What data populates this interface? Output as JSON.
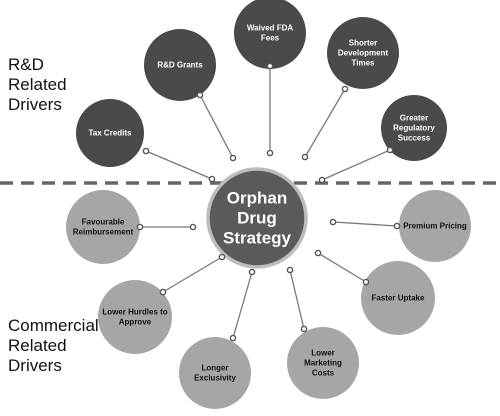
{
  "center": {
    "lines": [
      "Orphan",
      "Drug",
      "Strategy"
    ]
  },
  "rd_section_label": "R&D\nRelated\nDrivers",
  "commercial_section_label": "Commercial\nRelated\nDrivers",
  "rd_drivers": [
    {
      "id": "tax-credits",
      "lines": [
        "Tax Credits"
      ]
    },
    {
      "id": "rd-grants",
      "lines": [
        "R&D Grants"
      ]
    },
    {
      "id": "waived-fda-fees",
      "lines": [
        "Waived FDA",
        "Fees"
      ]
    },
    {
      "id": "shorter-development-times",
      "lines": [
        "Shorter",
        "Development",
        "Times"
      ]
    },
    {
      "id": "greater-regulatory-success",
      "lines": [
        "Greater",
        "Regulatory",
        "Success"
      ]
    }
  ],
  "commercial_drivers": [
    {
      "id": "favourable-reimbursement",
      "lines": [
        "Favourable",
        "Reimbursement"
      ]
    },
    {
      "id": "lower-hurdles-to-approve",
      "lines": [
        "Lower Hurdles to",
        "Approve"
      ]
    },
    {
      "id": "longer-exclusivity",
      "lines": [
        "Longer",
        "Exclusivity"
      ]
    },
    {
      "id": "lower-marketing-costs",
      "lines": [
        "Lower",
        "Marketing",
        "Costs"
      ]
    },
    {
      "id": "faster-uptake",
      "lines": [
        "Faster Uptake"
      ]
    },
    {
      "id": "premium-pricing",
      "lines": [
        "Premium Pricing"
      ]
    }
  ],
  "colors": {
    "rd_node": "#4a4a4a",
    "commercial_node": "#a6a6a6",
    "center_fill": "#5a5a5a",
    "center_ring": "#bdbdbd",
    "connector": "#777777",
    "divider": "#666666",
    "rd_text": "#ffffff",
    "commercial_text": "#111111"
  }
}
